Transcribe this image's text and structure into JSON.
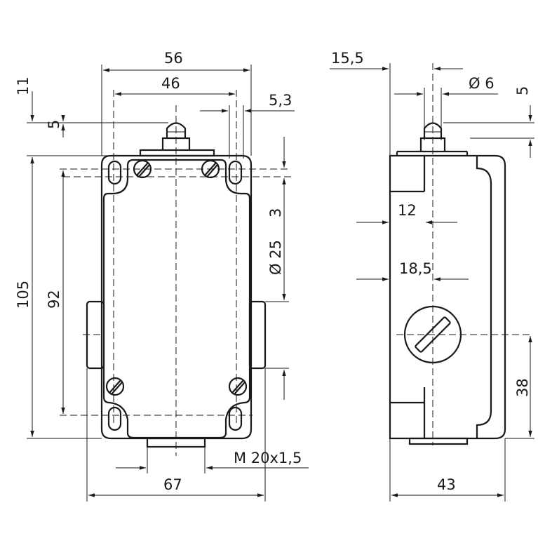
{
  "front_view": {
    "dims": {
      "width_outer": "56",
      "width_holes": "46",
      "offset_right": "5,3",
      "height_top_11": "11",
      "height_top_5": "5",
      "height_total": "105",
      "height_holes": "92",
      "offset_3": "3",
      "diameter_25": "Ø 25",
      "base_width": "67",
      "thread": "M 20x1,5"
    }
  },
  "side_view": {
    "dims": {
      "offset_15_5": "15,5",
      "diameter_6": "Ø 6",
      "height_5": "5",
      "depth_12": "12",
      "depth_18_5": "18,5",
      "height_38": "38",
      "width_43": "43"
    }
  }
}
